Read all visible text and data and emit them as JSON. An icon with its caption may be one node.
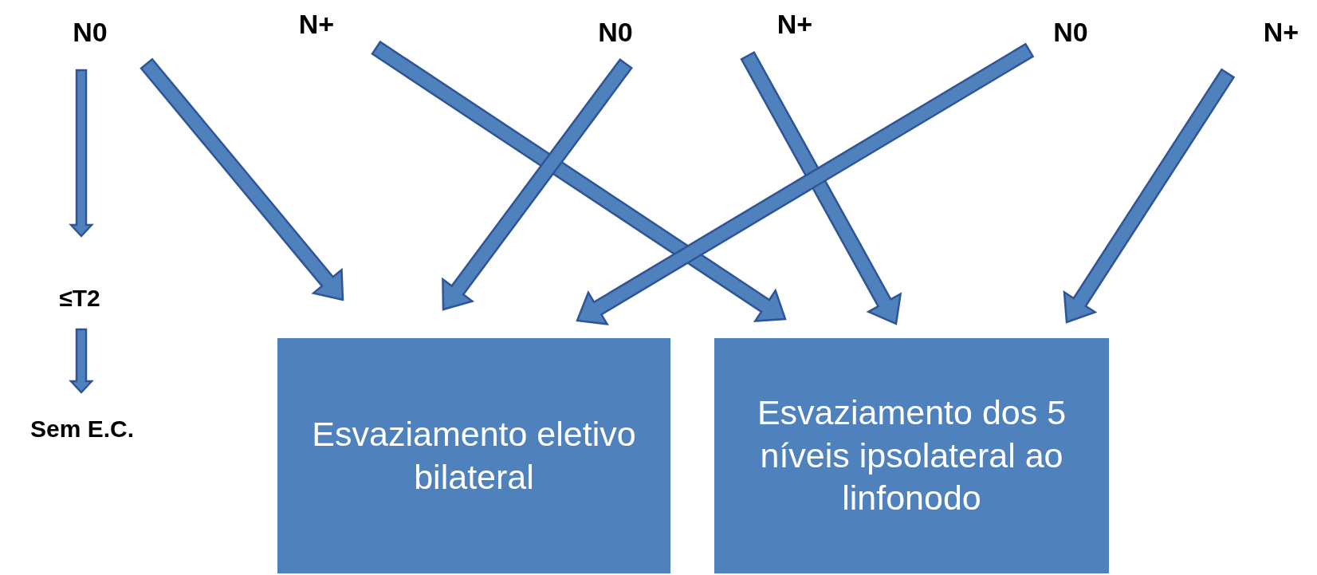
{
  "diagram": {
    "nodes": [
      {
        "text": [
          "N0"
        ]
      },
      {
        "text": [
          "N+"
        ]
      },
      {
        "text": [
          "N0"
        ]
      },
      {
        "text": [
          "N+"
        ]
      },
      {
        "text": [
          "N0"
        ]
      },
      {
        "text": [
          "N+"
        ]
      },
      {
        "text": [
          "≤T2"
        ]
      },
      {
        "text": [
          "Sem E.C."
        ]
      },
      {
        "text": [
          "Esvaziamento eletivo bilateral"
        ]
      },
      {
        "text": [
          "Esvaziamento dos 5 níveis ipsolateral ao linfonodo"
        ]
      }
    ],
    "edges": [
      {
        "from": 0,
        "to": 6,
        "arrow": "to"
      },
      {
        "from": 6,
        "to": 7,
        "arrow": "to"
      },
      {
        "from": 0,
        "to": 8,
        "arrow": "to"
      },
      {
        "from": 1,
        "to": 9,
        "arrow": "to"
      },
      {
        "from": 2,
        "to": 8,
        "arrow": "to"
      },
      {
        "from": 3,
        "to": 9,
        "arrow": "to"
      },
      {
        "from": 4,
        "to": 8,
        "arrow": "to"
      },
      {
        "from": 5,
        "to": 9,
        "arrow": "to"
      }
    ]
  }
}
